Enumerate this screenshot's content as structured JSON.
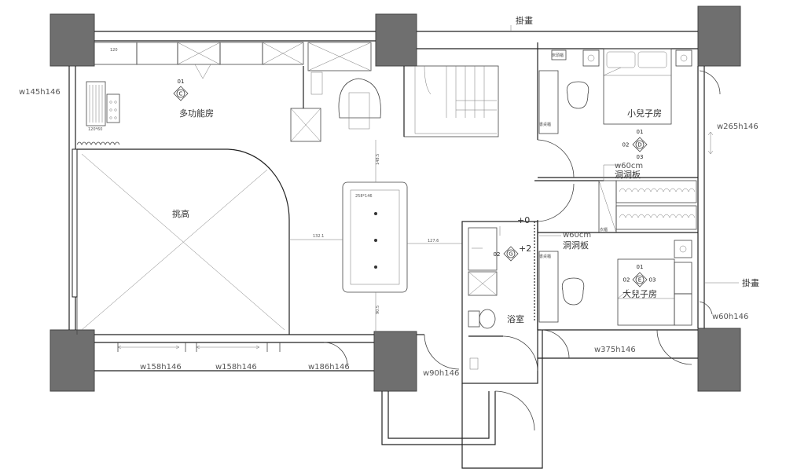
{
  "rooms": {
    "multi": "多功能房",
    "high": "挑高",
    "small": "小兒子房",
    "big": "大兒子房",
    "bath": "浴室"
  },
  "annotations": {
    "hang_top": "掛畫",
    "hang_right": "掛畫",
    "board_a_size": "w60cm",
    "board_a_name": "洞洞板",
    "board_b_size": "w60cm",
    "board_b_name": "洞洞板",
    "level_0": "+0",
    "level_2": "+2"
  },
  "windows": {
    "w_left": "w145h146",
    "w_bottom_1": "w158h146",
    "w_bottom_2": "w158h146",
    "w_bottom_3": "w186h146",
    "w_door": "w90h146",
    "w_right_top": "w265h146",
    "w_right_bottom": "w60h146",
    "w_bottom_right": "w375h146"
  },
  "dimensions": {
    "d_132": "132.1",
    "d_127": "127.6",
    "d_148": "148.5",
    "d_90": "90.5",
    "d_120": "120",
    "d_120b": "120*60",
    "d_table": "258*146"
  },
  "markers": {
    "c_num": "01",
    "c_letter": "C",
    "d_top": "01",
    "d_left": "02",
    "d_right": "03",
    "d_letter": "D",
    "e_top": "01",
    "e_left": "02",
    "e_right": "03",
    "e_letter": "E",
    "g_left": "02",
    "g_letter": "G"
  },
  "small_text": {
    "desk_small": "書桌櫃",
    "desk_big": "書桌櫃",
    "night": "床頭櫃",
    "wardrobe": "衣櫃"
  }
}
